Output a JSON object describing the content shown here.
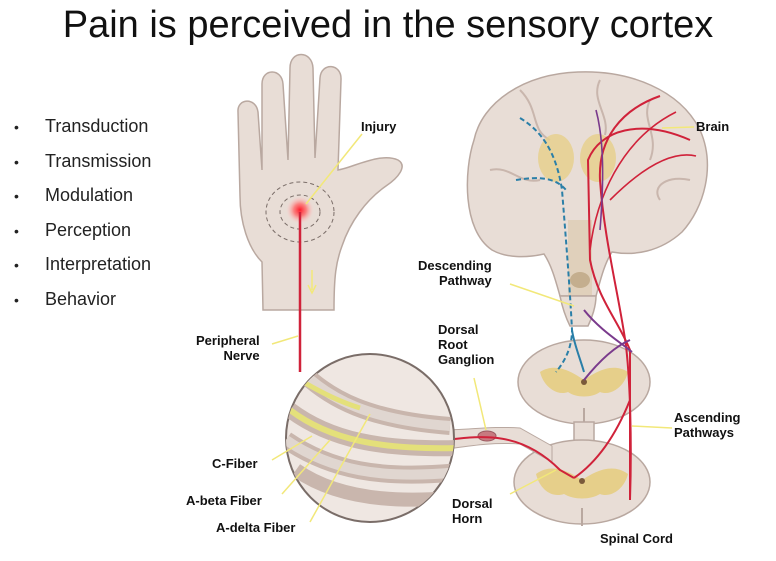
{
  "slide": {
    "title": "Pain is perceived in the sensory cortex",
    "bullets": [
      "Transduction",
      "Transmission",
      "Modulation",
      "Perception",
      "Interpretation",
      "Behavior"
    ]
  },
  "diagram": {
    "labels": {
      "injury": "Injury",
      "brain": "Brain",
      "descending_pathway": "Descending\nPathway",
      "peripheral_nerve": "Peripheral\nNerve",
      "dorsal_root_ganglion": "Dorsal\nRoot\nGanglion",
      "ascending_pathways": "Ascending\nPathways",
      "c_fiber": "C-Fiber",
      "a_beta_fiber": "A-beta Fiber",
      "a_delta_fiber": "A-delta Fiber",
      "dorsal_horn": "Dorsal\nHorn",
      "spinal_cord": "Spinal Cord"
    },
    "colors": {
      "tissue": "#e8ddd6",
      "tissue_stroke": "#b9a8a0",
      "gray_matter": "#e6cf8a",
      "nerve_red": "#d0223a",
      "nerve_blue": "#2a7fa8",
      "nerve_purple": "#7a3a8c",
      "leader": "#f2e879",
      "fiber_yellow": "#e4e07a"
    }
  }
}
